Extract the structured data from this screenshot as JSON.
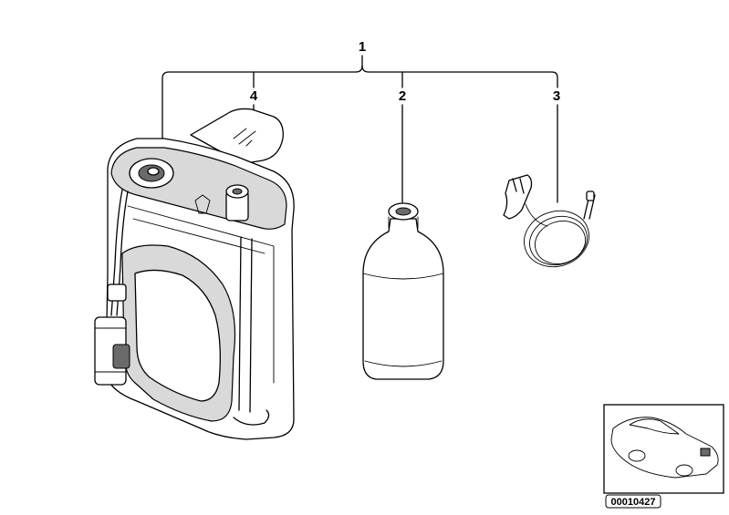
{
  "callouts": {
    "c1": "1",
    "c2": "2",
    "c3": "3",
    "c4": "4"
  },
  "reference_number": "00010427"
}
